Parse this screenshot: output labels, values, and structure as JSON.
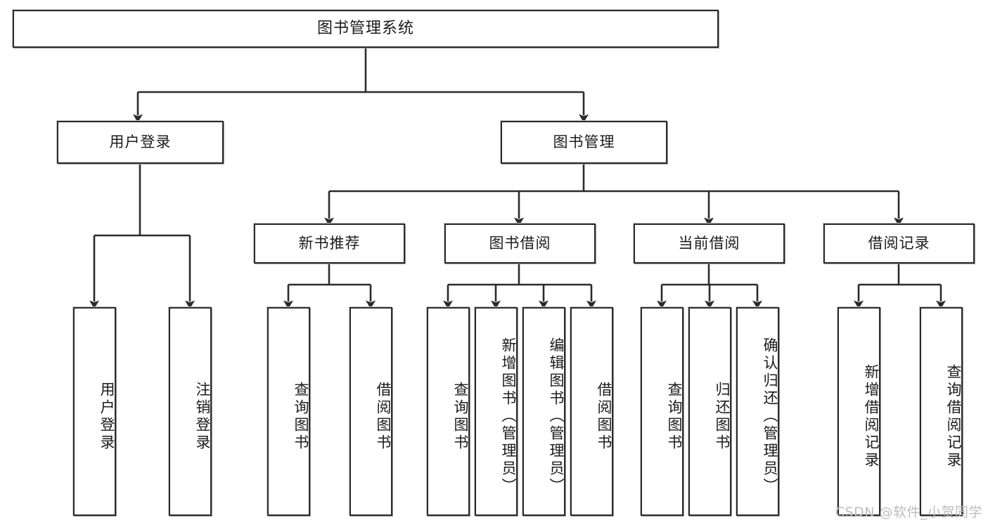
{
  "diagram": {
    "title": "图书管理系统",
    "type": "tree",
    "stroke_color": "#2b2b2b",
    "box_fill": "#ffffff",
    "text_color": "#1b1b1b"
  },
  "nodes": {
    "root": {
      "label": "图书管理系统"
    },
    "level2": [
      {
        "id": "user-login",
        "label": "用户登录"
      },
      {
        "id": "book-manage",
        "label": "图书管理"
      }
    ],
    "level3": [
      {
        "id": "new-book-recommend",
        "label": "新书推荐"
      },
      {
        "id": "book-borrow",
        "label": "图书借阅"
      },
      {
        "id": "current-borrow",
        "label": "当前借阅"
      },
      {
        "id": "borrow-record",
        "label": "借阅记录"
      }
    ],
    "leaves": {
      "user_login": [
        {
          "id": "leaf-user-login",
          "label": "用户登录"
        },
        {
          "id": "leaf-logout-login",
          "label": "注销登录"
        }
      ],
      "new_book_recommend": [
        {
          "id": "leaf-query-book-1",
          "label": "查询图书"
        },
        {
          "id": "leaf-borrow-book-1",
          "label": "借阅图书"
        }
      ],
      "book_borrow": [
        {
          "id": "leaf-query-book-2",
          "label": "查询图书"
        },
        {
          "id": "leaf-add-book",
          "label": "新增图书（管理员）"
        },
        {
          "id": "leaf-edit-book",
          "label": "编辑图书（管理员）"
        },
        {
          "id": "leaf-borrow-book-2",
          "label": "借阅图书"
        }
      ],
      "current_borrow": [
        {
          "id": "leaf-query-book-3",
          "label": "查询图书"
        },
        {
          "id": "leaf-return-book",
          "label": "归还图书"
        },
        {
          "id": "leaf-confirm-return",
          "label": "确认归还（管理员）"
        }
      ],
      "borrow_record": [
        {
          "id": "leaf-add-record",
          "label": "新增借阅记录"
        },
        {
          "id": "leaf-query-record",
          "label": "查询借阅记录"
        }
      ]
    }
  },
  "watermark": {
    "text": "CSDN @软件_小贺同学"
  }
}
